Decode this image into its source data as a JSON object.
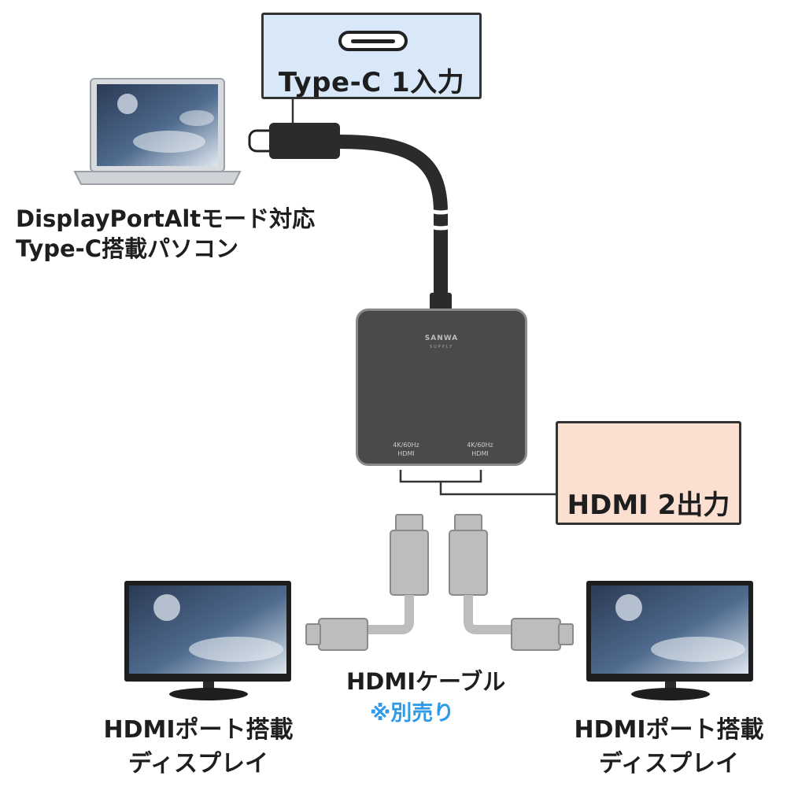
{
  "input_box": {
    "label": "Type-C 1入力",
    "icon": "usb-c-port-icon",
    "bg": "#d8e8f8"
  },
  "output_box": {
    "label": "HDMI 2出力",
    "icon": "hdmi-port-icon",
    "bg": "#fbe0d2"
  },
  "laptop": {
    "line1": "DisplayPortAltモード対応",
    "line2": "Type-C搭載パソコン"
  },
  "adapter": {
    "brand": "SANWA",
    "brand_sub": "SUPPLY",
    "port1": "4K/60Hz\nHDMI",
    "port2": "4K/60Hz\nHDMI"
  },
  "cable": {
    "label": "HDMIケーブル",
    "note": "※別売り",
    "note_color": "#2f9be8"
  },
  "display_left": {
    "line1": "HDMIポート搭載",
    "line2": "ディスプレイ"
  },
  "display_right": {
    "line1": "HDMIポート搭載",
    "line2": "ディスプレイ"
  }
}
